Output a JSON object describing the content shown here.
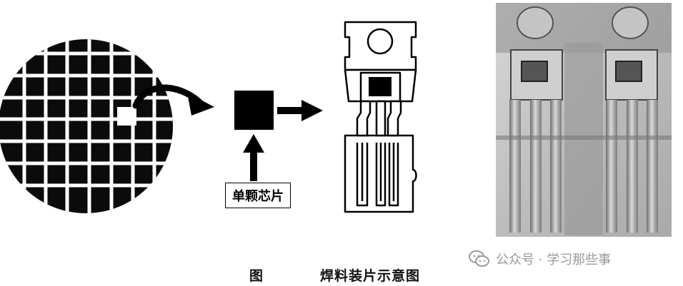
{
  "diagram": {
    "chip_label": "单颗芯片",
    "caption_prefix": "图",
    "caption_title": "焊料装片示意图"
  },
  "watermark": {
    "text": "公众号 · 学习那些事",
    "icon": "wechat-icon"
  },
  "colors": {
    "ink": "#000000",
    "paper": "#ffffff",
    "watermark": "#9a9a9a"
  }
}
